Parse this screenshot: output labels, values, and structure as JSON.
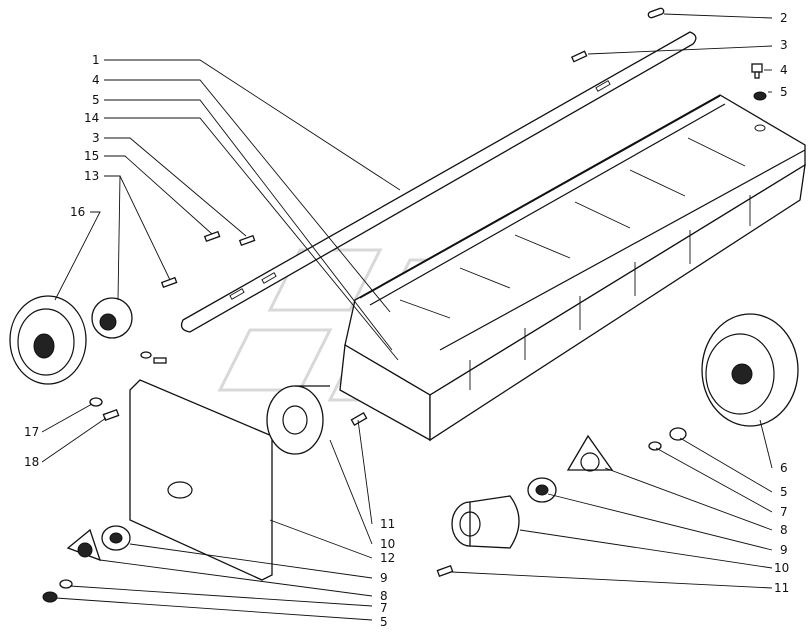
{
  "colors": {
    "line": "#111111",
    "background": "#ffffff",
    "watermark": "#d8d8d8"
  },
  "callouts": [
    {
      "id": "c2a",
      "text": "2"
    },
    {
      "id": "c3a",
      "text": "3"
    },
    {
      "id": "c4a",
      "text": "4"
    },
    {
      "id": "c5a",
      "text": "5"
    },
    {
      "id": "c1",
      "text": "1"
    },
    {
      "id": "c4b",
      "text": "4"
    },
    {
      "id": "c5b",
      "text": "5"
    },
    {
      "id": "c14",
      "text": "14"
    },
    {
      "id": "c3b",
      "text": "3"
    },
    {
      "id": "c15",
      "text": "15"
    },
    {
      "id": "c13",
      "text": "13"
    },
    {
      "id": "c16",
      "text": "16"
    },
    {
      "id": "c17",
      "text": "17"
    },
    {
      "id": "c18",
      "text": "18"
    },
    {
      "id": "c6",
      "text": "6"
    },
    {
      "id": "c5c",
      "text": "5"
    },
    {
      "id": "c7a",
      "text": "7"
    },
    {
      "id": "c8a",
      "text": "8"
    },
    {
      "id": "c9a",
      "text": "9"
    },
    {
      "id": "c10a",
      "text": "10"
    },
    {
      "id": "c11a",
      "text": "11"
    },
    {
      "id": "c11b",
      "text": "11"
    },
    {
      "id": "c10b",
      "text": "10"
    },
    {
      "id": "c12",
      "text": "12"
    },
    {
      "id": "c9b",
      "text": "9"
    },
    {
      "id": "c8b",
      "text": "8"
    },
    {
      "id": "c7b",
      "text": "7"
    },
    {
      "id": "c5d",
      "text": "5"
    }
  ]
}
